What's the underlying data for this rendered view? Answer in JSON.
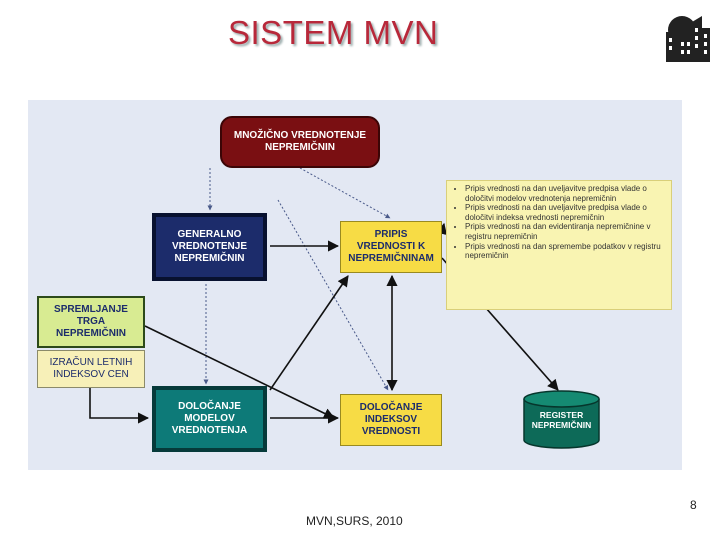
{
  "slide": {
    "title": "SISTEM MVN",
    "page_number": "8",
    "footer": "MVN,SURS, 2010"
  },
  "diagram": {
    "top_node": "MNOŽIČNO VREDNOTENJE\nNEPREMIČNIN",
    "generalno": "GENERALNO\nVREDNOTENJE\nNEPREMIČNIN",
    "pripis": "PRIPIS\nVREDNOSTI K\nNEPREMIČNINAM",
    "spremljanje": "SPREMLJANJE\nTRGA\nNEPREMIČNIN",
    "izracun": "IZRAČUN LETNIH\nINDEKSOV CEN",
    "modelov": "DOLOČANJE\nMODELOV\nVREDNOTENJA",
    "indeksov": "DOLOČANJE\nINDEKSOV\nVREDNOSTI",
    "register": "REGISTER\nNEPREMIČNIN",
    "bullets": [
      "Pripis vrednosti na dan uveljavitve predpisa vlade o določitvi modelov vrednotenja nepremičnin",
      "Pripis vrednosti na dan uveljavitve predpisa vlade o določitvi indeksa vrednosti nepremičnin",
      "Pripis vrednosti na dan evidentiranja nepremičnine v registru nepremičnin",
      "Pripis vrednosti na dan spremembe podatkov v registru nepremičnin"
    ]
  },
  "colors": {
    "title": "#b8283a",
    "top_node": "#7a0f12",
    "generalno": "#1c2c6b",
    "modelov": "#0d7a78",
    "pripis": "#f7dc45",
    "spremljanje": "#d8eb92",
    "register": "#0d6a58"
  }
}
